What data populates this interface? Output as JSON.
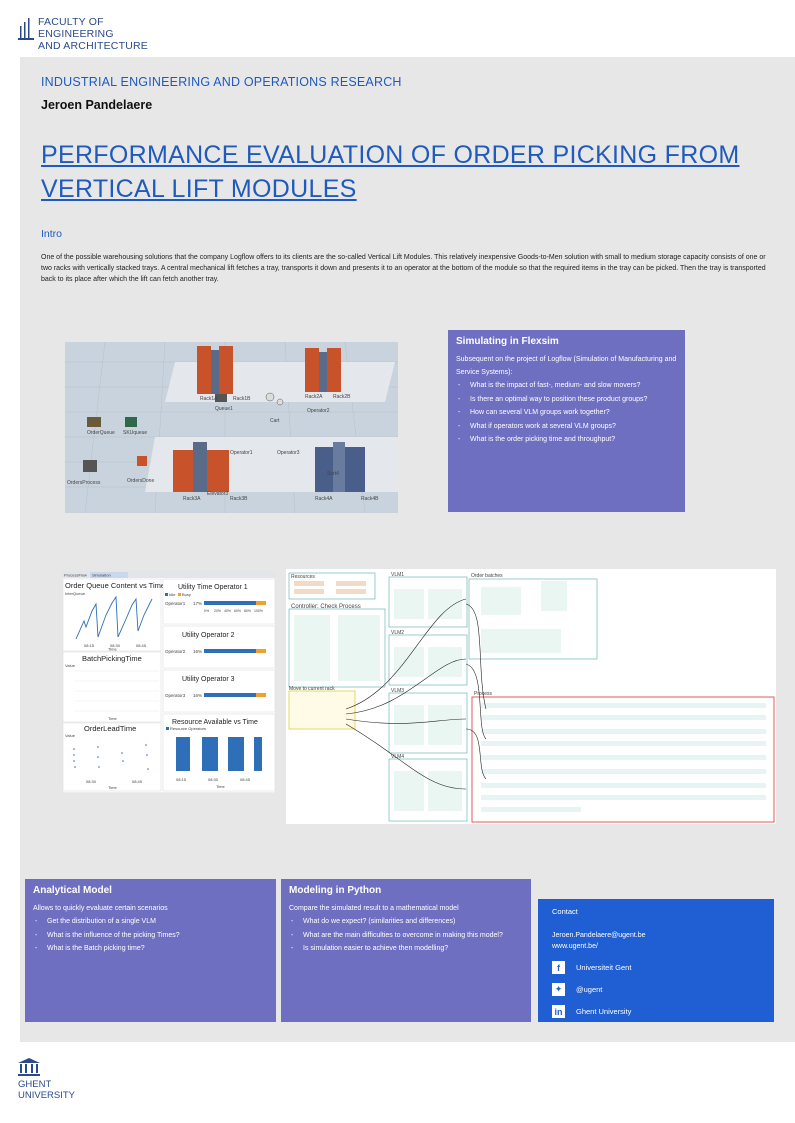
{
  "header": {
    "faculty_line1": "FACULTY OF ENGINEERING",
    "faculty_line2": "AND ARCHITECTURE"
  },
  "poster": {
    "department": "INDUSTRIAL ENGINEERING AND OPERATIONS RESEARCH",
    "author": "Jeroen Pandelaere",
    "title": "PERFORMANCE EVALUATION OF ORDER PICKING FROM VERTICAL LIFT MODULES",
    "intro_heading": "Intro",
    "intro_body": "One of the possible warehousing solutions that the company Logflow offers to its clients are the so-called Vertical Lift Modules. This relatively inexpensive Goods-to-Men solution with small to medium storage capacity consists of one or two racks with vertically stacked trays. A central mechanical lift fetches a tray, transports it down and presents it to an operator at the bottom of the module so that the required items in the tray can be picked. Then the tray is transported back to its place after which the lift can fetch another tray."
  },
  "flexsim_model": {
    "labels": [
      "Rack1A",
      "Rack1B",
      "Rack2A",
      "Rack2B",
      "Queue1",
      "Operator2",
      "Cart",
      "OrderQueue",
      "SKUqueue",
      "Operator1",
      "Operator3",
      "OrdersProcess",
      "OrdersDone",
      "Rack3A",
      "Rack3B",
      "Elevator3",
      "Rack4A",
      "Rack4B",
      "Sort4"
    ]
  },
  "simulating": {
    "heading": "Simulating in Flexsim",
    "intro": "Subsequent on the project of Logflow (Simulation of Manufacturing and Service Systems):",
    "items": [
      "What is the impact of fast-, medium- and slow movers?",
      "Is there an optimal way to position these product groups?",
      "How can several VLM groups work together?",
      "What if operators work at several VLM groups?",
      "What is the order picking time and throughput?"
    ]
  },
  "dashboard": {
    "tabs": [
      "ProcessFlow",
      "Simulation"
    ],
    "charts": [
      {
        "title": "Order Queue Content vs Time",
        "ylabel": "InterQueue",
        "xlabel": "Time"
      },
      {
        "title": "BatchPickingTime",
        "ylabel": "Value",
        "xlabel": "Time"
      },
      {
        "title": "OrderLeadTime",
        "ylabel": "Value",
        "xlabel": "Time"
      },
      {
        "title": "Utility Time Operator 1",
        "series": [
          "Idle",
          "Busy"
        ],
        "row": "Operator1",
        "value": "17%"
      },
      {
        "title": "Utility Operator 2",
        "row": "Operator2",
        "value": "16%"
      },
      {
        "title": "Utility Operator 3",
        "row": "Operator3",
        "value": "16%"
      },
      {
        "title": "Resource Available vs Time",
        "series": [
          "Resource Operators"
        ],
        "xlabel": "Time"
      }
    ],
    "time_ticks": [
      "08:15",
      "08:30",
      "08:45"
    ],
    "pct_ticks": [
      "0%",
      "20%",
      "40%",
      "60%",
      "80%",
      "100%"
    ]
  },
  "process_flow": {
    "groups": [
      "Resources",
      "Controller: Check Process",
      "VLM1",
      "VLM2",
      "VLM3",
      "VLM4",
      "Move to current rack",
      "Order batches",
      "Process"
    ]
  },
  "analytical": {
    "heading": "Analytical Model",
    "intro": "Allows to quickly evaluate certain scenarios",
    "items": [
      "Get the distribution of a single VLM",
      "What is the influence of the picking Times?",
      "What is the Batch picking time?"
    ]
  },
  "python": {
    "heading": "Modeling in Python",
    "intro": "Compare the simulated result to a mathematical model",
    "items": [
      "What do we expect? (similarities and differences)",
      "What are the main difficulties to overcome in making this model?",
      "Is simulation easier to achieve then modelling?"
    ]
  },
  "contact": {
    "label": "Contact",
    "email": "Jeroen.Pandelaere@ugent.be",
    "website": "www.ugent.be/",
    "social": [
      {
        "icon": "facebook-icon",
        "text": "Universiteit Gent"
      },
      {
        "icon": "twitter-icon",
        "text": "@ugent"
      },
      {
        "icon": "linkedin-icon",
        "text": "Ghent University"
      }
    ]
  },
  "footer": {
    "ghent_line1": "GHENT",
    "ghent_line2": "UNIVERSITY"
  },
  "colors": {
    "accent_blue": "#1f5bbd",
    "box_purple": "#6f6fc1",
    "contact_blue": "#1f5ed3",
    "panel_grey": "#e7e7e7"
  }
}
